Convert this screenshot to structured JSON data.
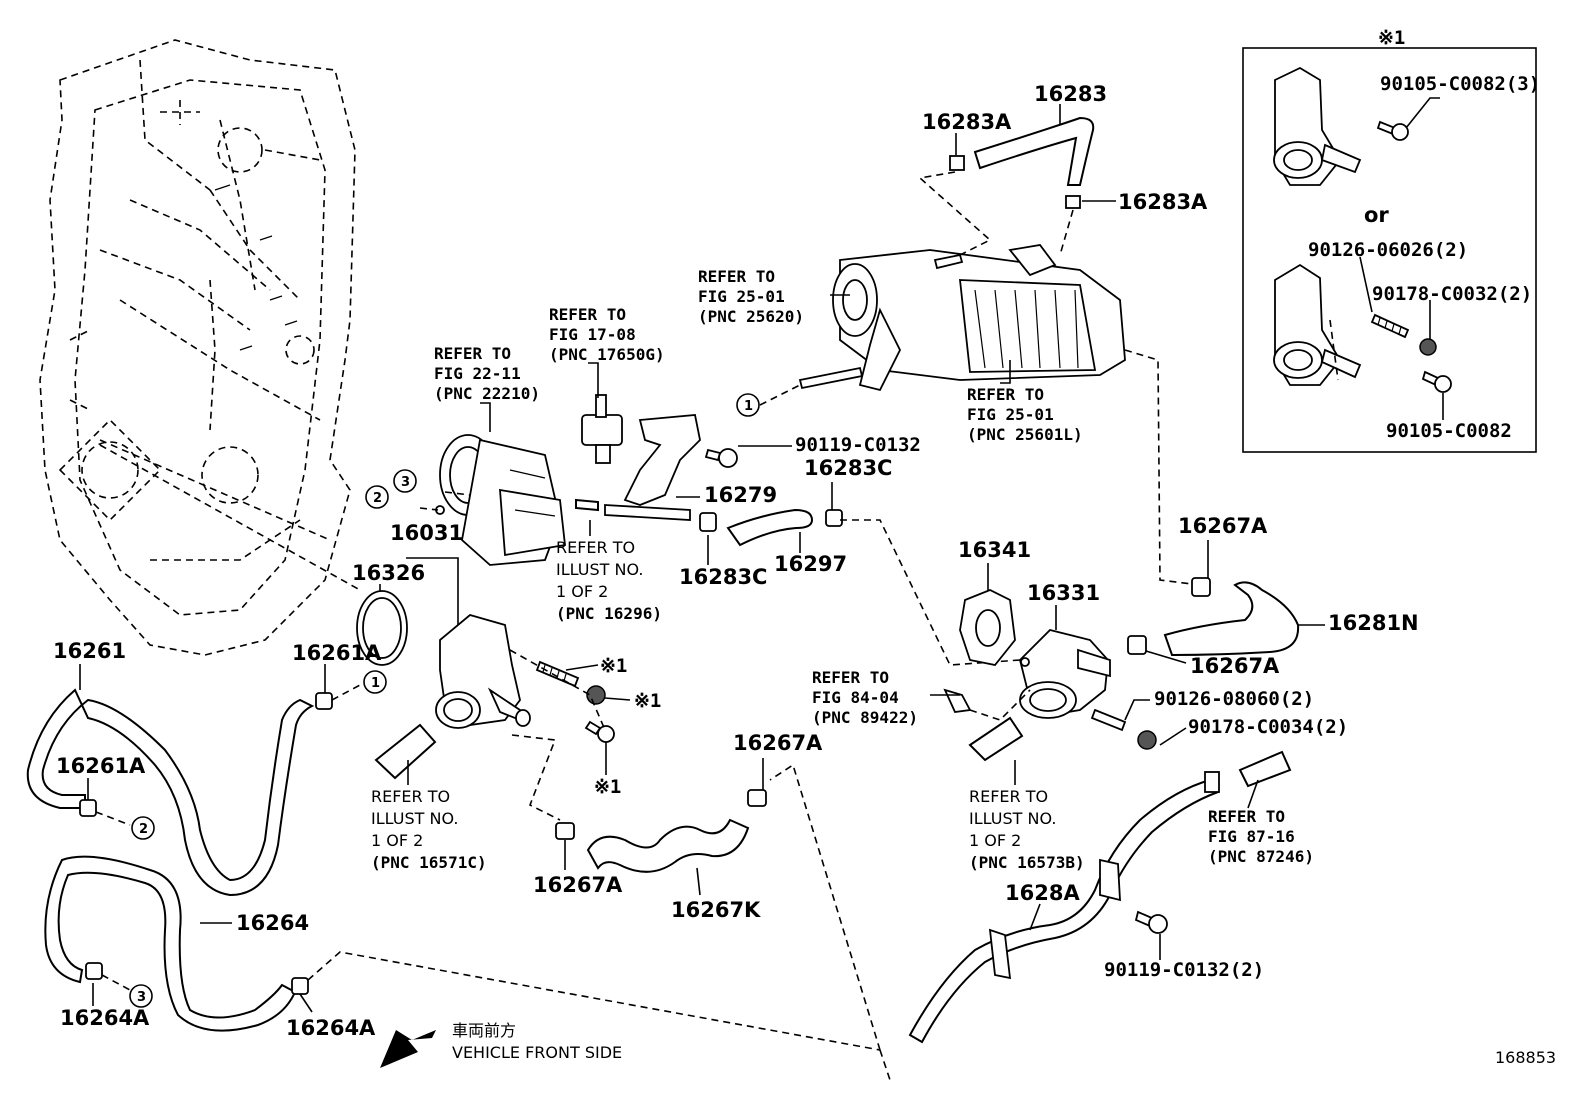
{
  "callouts": {
    "c16283": "16283",
    "c16283A_top": "16283A",
    "c16283A_right": "16283A",
    "c16031": "16031",
    "c16326": "16326",
    "c16261": "16261",
    "c16261A_upper": "16261A",
    "c16261A_lower": "16261A",
    "c16264": "16264",
    "c16264A_left": "16264A",
    "c16264A_right": "16264A",
    "c16279": "16279",
    "c16283C_lower": "16283C",
    "c16283C_upper": "16283C",
    "c16297": "16297",
    "c16267A_mid": "16267A",
    "c16267A_lower": "16267A",
    "c16267K": "16267K",
    "c16341": "16341",
    "c16331": "16331",
    "c16267A_right_top": "16267A",
    "c16267A_right_mid": "16267A",
    "c16281N": "16281N",
    "c1628A": "1628A",
    "c90119_C0132": "90119-C0132",
    "c90119_C0132_2": "90119-C0132(2)",
    "c90126_08060_2": "90126-08060(2)",
    "c90178_C0034_2": "90178-C0034(2)",
    "star1_a": "※1",
    "star1_b": "※1",
    "star1_c": "※1"
  },
  "references": {
    "fig25_01_pnc25620": [
      "REFER TO",
      "FIG 25-01",
      "(PNC 25620)"
    ],
    "fig17_08": [
      "REFER TO",
      "FIG 17-08",
      "(PNC 17650G)"
    ],
    "fig22_11": [
      "REFER TO",
      "FIG 22-11",
      "(PNC 22210)"
    ],
    "fig25_01_pnc25601L": [
      "REFER TO",
      "FIG 25-01",
      "(PNC 25601L)"
    ],
    "illust_16296": [
      "REFER TO",
      "ILLUST NO.",
      "1 OF 2",
      "(PNC 16296)"
    ],
    "fig84_04": [
      "REFER TO",
      "FIG 84-04",
      "(PNC 89422)"
    ],
    "illust_16571C": [
      "REFER TO",
      "ILLUST NO.",
      "1 OF 2",
      "(PNC 16571C)"
    ],
    "illust_16573B": [
      "REFER TO",
      "ILLUST NO.",
      "1 OF 2",
      "(PNC 16573B)"
    ],
    "fig87_16": [
      "REFER TO",
      "FIG 87-16",
      "(PNC 87246)"
    ]
  },
  "circled": [
    "1",
    "2",
    "3"
  ],
  "inset": {
    "title": "※1",
    "or_text": "or",
    "labels": [
      "90105-C0082(3)",
      "90126-06026(2)",
      "90178-C0032(2)",
      "90105-C0082"
    ]
  },
  "direction": {
    "jp": "車両前方",
    "en": "VEHICLE FRONT SIDE"
  },
  "figure_id": "168853"
}
